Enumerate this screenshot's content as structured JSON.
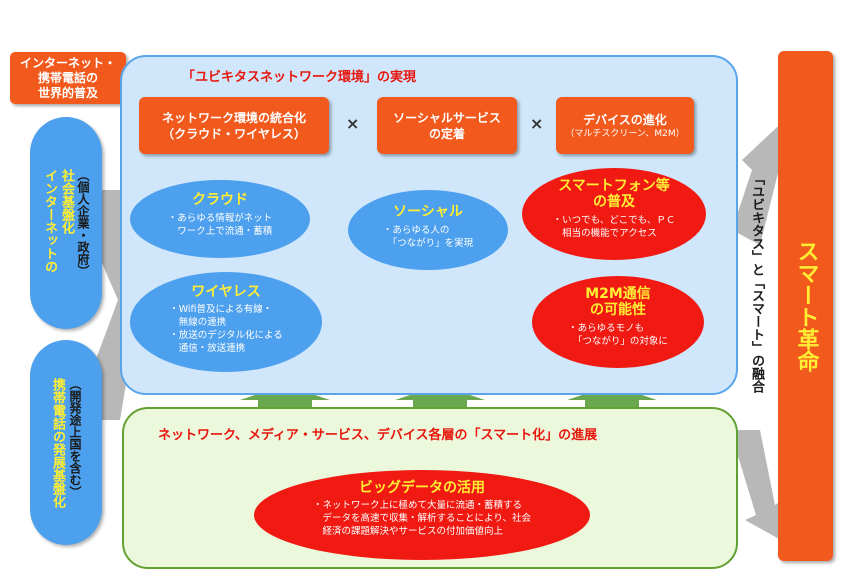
{
  "top_left_label": [
    "インターネット・",
    "携帯電話の",
    "世界的普及"
  ],
  "left_pill_1": {
    "sub": "（個人企業・政府）",
    "main": "インターネットの",
    "main2": "社会基盤化"
  },
  "left_pill_2": {
    "sub": "（開発途上国を含む）",
    "main": "携帯電話の発展基盤化"
  },
  "main_panel": {
    "title": "「ユビキタスネットワーク環境」の実現",
    "boxes": [
      {
        "line1": "ネットワーク環境の統合化",
        "line2": "（クラウド・ワイヤレス）",
        "small": ""
      },
      {
        "line1": "ソーシャルサービス",
        "line2": "の定着",
        "small": ""
      },
      {
        "line1": "デバイスの進化",
        "line2": "",
        "small": "（マルチスクリーン、M2M）"
      }
    ],
    "times_symbol": "×",
    "ellipses": {
      "cloud": {
        "title": "クラウド",
        "text": "・あらゆる情報がネット\n　ワーク上で流通・蓄積"
      },
      "wireless": {
        "title": "ワイヤレス",
        "text": "・Wifi普及による有線・\n　無線の連携\n・放送のデジタル化による\n　通信・放送連携"
      },
      "social": {
        "title": "ソーシャル",
        "text": "・あらゆる人の\n　「つながり」を実現"
      },
      "smartphone": {
        "title1": "スマートフォン等",
        "title2": "の普及",
        "text": "・いつでも、どこでも、ＰＣ\n　相当の機能でアクセス"
      },
      "m2m": {
        "title1": "M2M通信",
        "title2": "の可能性",
        "text": "・あらゆるモノも\n　「つながり」の対象に"
      }
    }
  },
  "bottom_panel": {
    "title": "ネットワーク、メディア・サービス、デバイス各層の「スマート化」の進展",
    "bigdata": {
      "title": "ビッグデータの活用",
      "text": "・ネットワーク上に極めて大量に流通・蓄積する\n　データを高速で収集・解析することにより、社会\n　経済の課題解決やサービスの付加価値向上"
    }
  },
  "right_vertical": "「ユビキタス」と「スマート」の融合",
  "smart_revolution": "スマート革命",
  "colors": {
    "orange": "#f25a1d",
    "panel_blue": "#cfe6fb",
    "panel_border_blue": "#5aa4ec",
    "panel_green": "#ecf8dc",
    "panel_border_green": "#62a032",
    "ellipse_blue": "#4da0ee",
    "ellipse_red": "#f01a12",
    "arrow_green": "#6aa84f",
    "arrow_gray": "#b3b3b3"
  }
}
